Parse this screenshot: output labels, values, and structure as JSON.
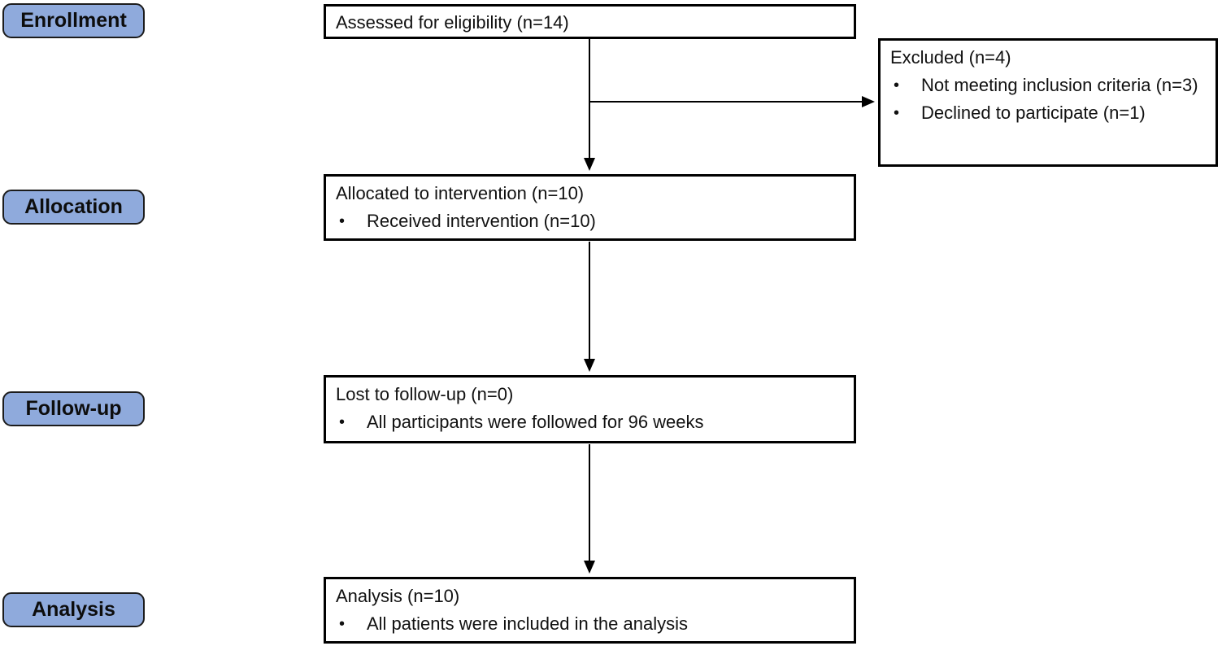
{
  "diagram": {
    "type": "consort-flow",
    "stages": [
      {
        "label": "Enrollment"
      },
      {
        "label": "Allocation"
      },
      {
        "label": "Follow-up"
      },
      {
        "label": "Analysis"
      }
    ],
    "boxes": {
      "eligibility": {
        "title": "Assessed for eligibility (n=14)",
        "bullets": []
      },
      "excluded": {
        "title": "Excluded (n=4)",
        "bullets": [
          "Not meeting inclusion criteria (n=3)",
          "Declined to participate (n=1)"
        ]
      },
      "allocation": {
        "title": "Allocated to intervention (n=10)",
        "bullets": [
          "Received intervention (n=10)"
        ]
      },
      "followup": {
        "title": "Lost to follow-up (n=0)",
        "bullets": [
          "All participants were followed for 96 weeks"
        ]
      },
      "analysis": {
        "title": "Analysis (n=10)",
        "bullets": [
          "All patients were included in the analysis"
        ]
      }
    },
    "glyphs": {
      "bullet": "•"
    },
    "colors": {
      "stage_fill": "#8FAADC",
      "stage_border": "#1c1c1c",
      "box_border": "#000000",
      "arrow": "#000000",
      "background": "#ffffff",
      "text": "#111111"
    }
  }
}
